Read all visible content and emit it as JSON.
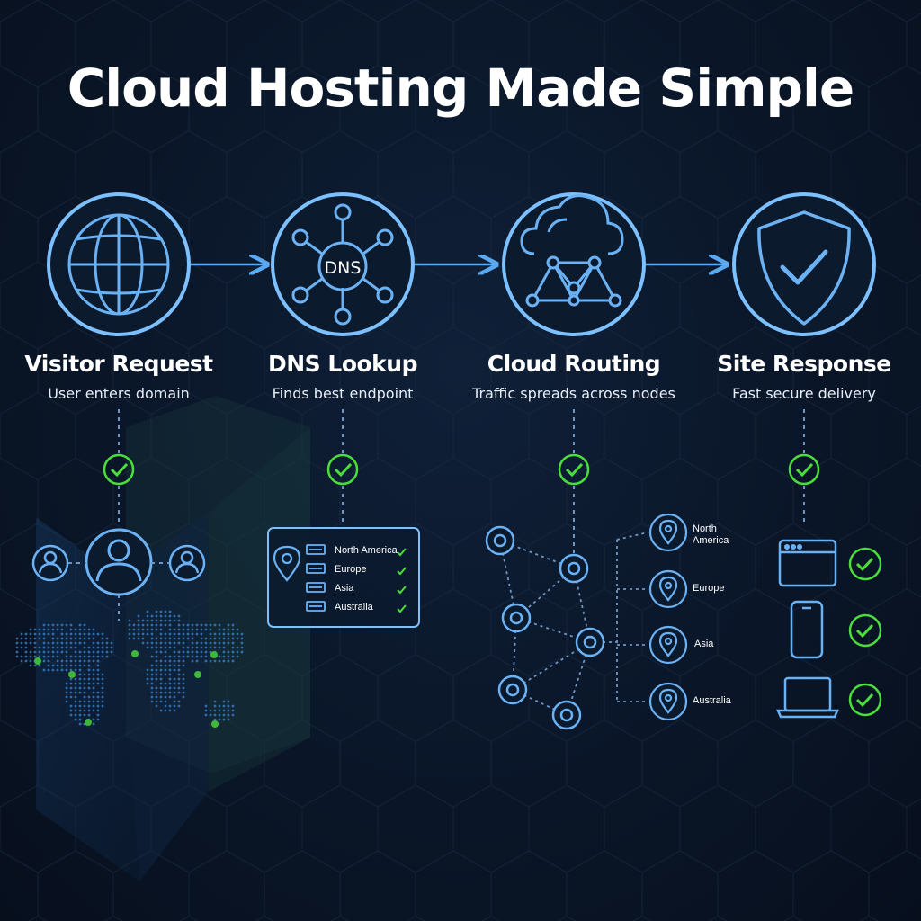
{
  "title": "Cloud Hosting Made Simple",
  "colors": {
    "accent": "#5aa9f0",
    "success": "#4ade3a",
    "background": "#0a1628"
  },
  "steps": [
    {
      "title": "Visitor Request",
      "subtitle": "User enters domain",
      "icon": "globe-icon"
    },
    {
      "title": "DNS Lookup",
      "subtitle": "Finds best endpoint",
      "icon": "dns-network-icon",
      "icon_text": "DNS"
    },
    {
      "title": "Cloud Routing",
      "subtitle": "Traffic spreads across nodes",
      "icon": "cloud-network-icon"
    },
    {
      "title": "Site Response",
      "subtitle": "Fast secure delivery",
      "icon": "shield-check-icon"
    }
  ],
  "dns_panel": {
    "regions": [
      "North America",
      "Europe",
      "Asia",
      "Australia"
    ]
  },
  "routing": {
    "regions": [
      "North\nAmerica",
      "Europe",
      "Asia",
      "Australia"
    ]
  },
  "devices": [
    "browser-window-icon",
    "smartphone-icon",
    "laptop-icon"
  ]
}
